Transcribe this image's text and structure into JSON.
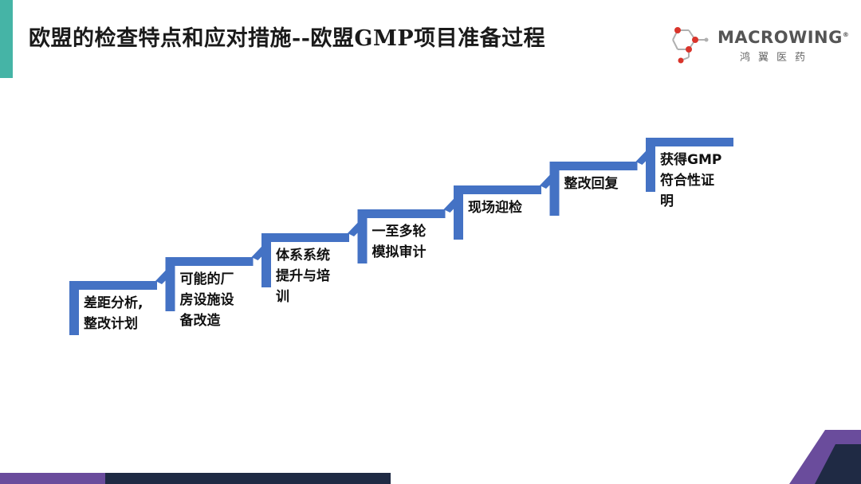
{
  "header": {
    "title": "欧盟的检查特点和应对措施--欧盟GMP项目准备过程",
    "accent_color": "#45B4A6"
  },
  "logo": {
    "name": "MACROWING",
    "trademark": "®",
    "subtitle": "鸿翼医药",
    "icon": "molecule-icon"
  },
  "steps": [
    {
      "label": "差距分析,\n整改计划"
    },
    {
      "label": "可能的厂\n房设施设\n备改造"
    },
    {
      "label": "体系系统\n提升与培\n训"
    },
    {
      "label": "一至多轮\n模拟审计"
    },
    {
      "label": "现场迎检"
    },
    {
      "label": "整改回复"
    },
    {
      "label": "获得GMP\n符合性证\n明"
    }
  ],
  "colors": {
    "step_blue": "#4472C4",
    "bottom_purple": "#6A4C9C",
    "bottom_navy": "#1F2A44"
  }
}
